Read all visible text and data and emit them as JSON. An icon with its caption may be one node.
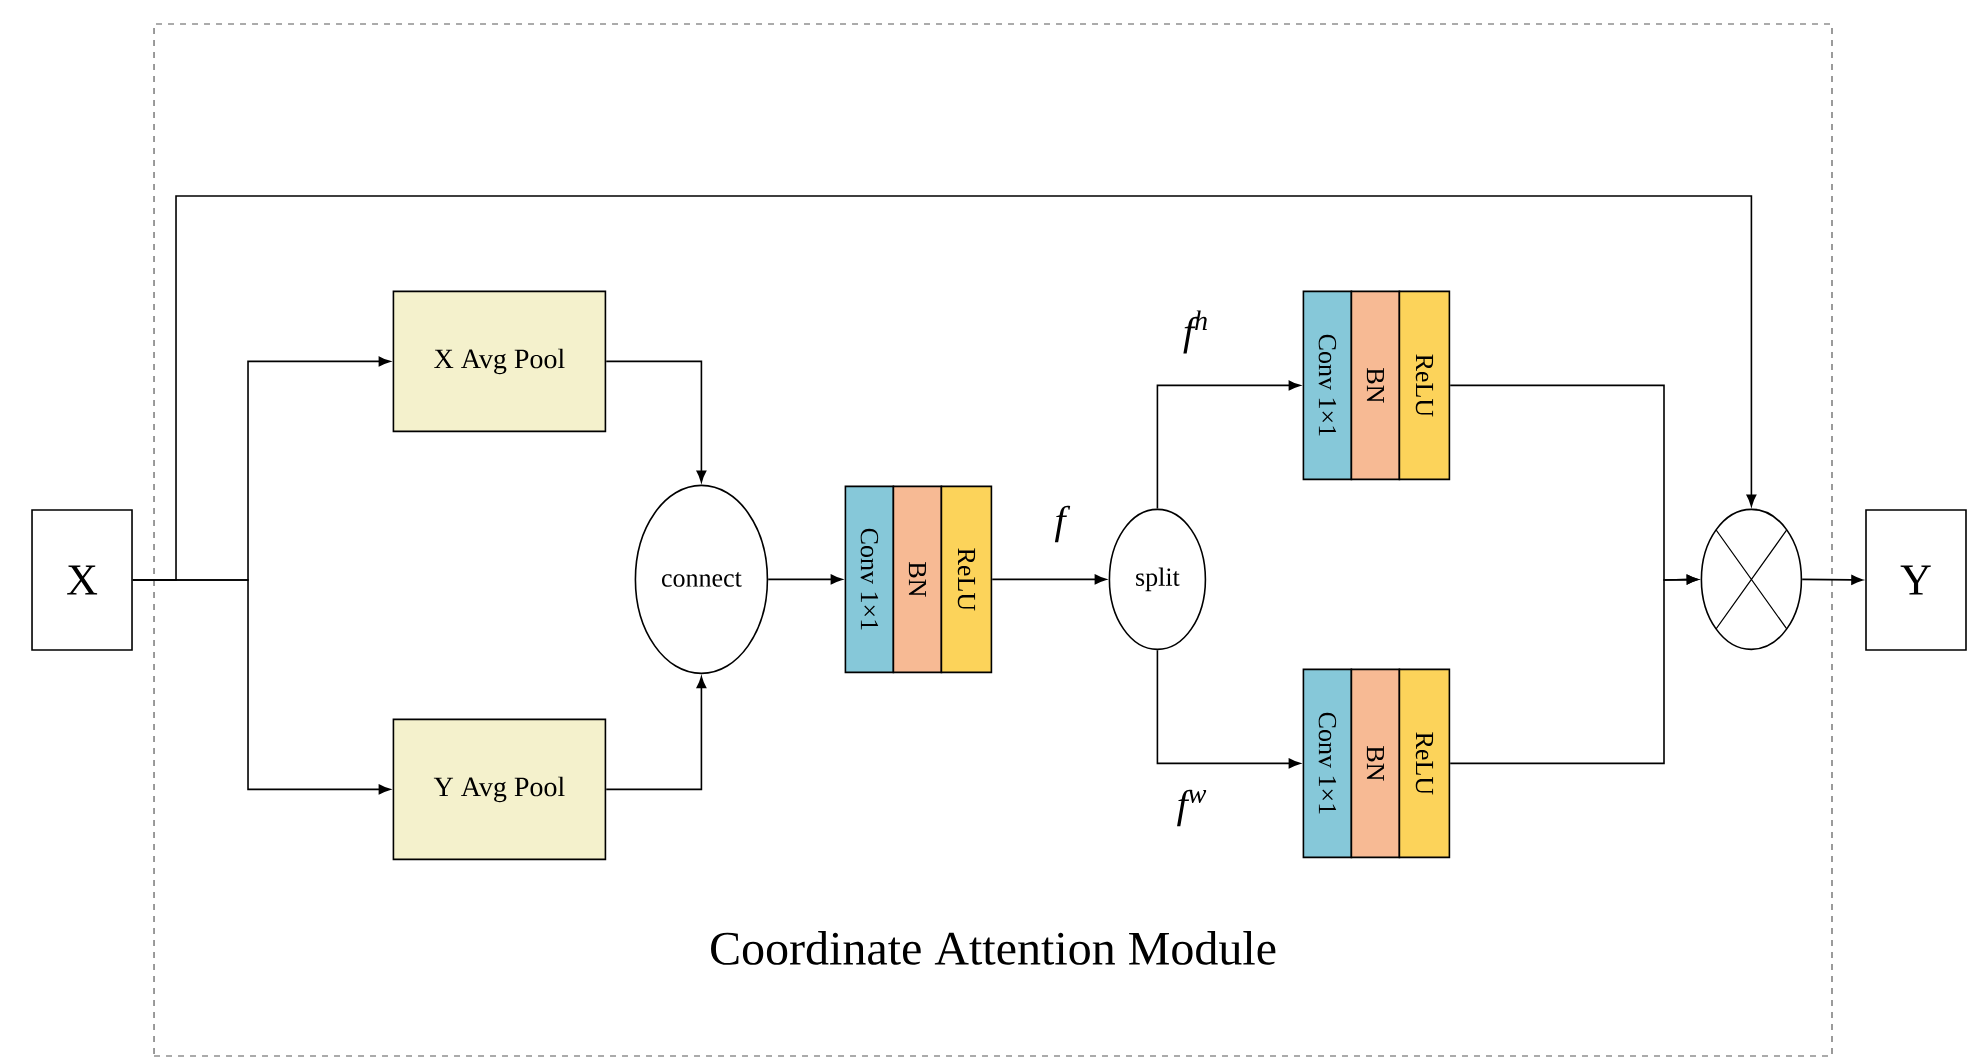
{
  "diagram": {
    "nodes": [
      {
        "text": [
          "Coordinate Attention Module"
        ]
      },
      {
        "text": [
          "X"
        ]
      },
      {
        "text": [
          "X Avg Pool"
        ],
        "in": 0
      },
      {
        "text": [
          "Y Avg Pool"
        ],
        "in": 0
      },
      {
        "text": [
          "connect"
        ],
        "in": 0
      },
      {
        "text": [
          "Conv 1×1"
        ],
        "in": 0
      },
      {
        "text": [
          "BN"
        ],
        "in": 0
      },
      {
        "text": [
          "ReLU"
        ],
        "in": 0
      },
      {
        "text": [
          "split"
        ],
        "in": 0
      },
      {
        "text": [
          "Conv 1×1"
        ],
        "in": 0
      },
      {
        "text": [
          "BN"
        ],
        "in": 0
      },
      {
        "text": [
          "ReLU"
        ],
        "in": 0
      },
      {
        "text": [
          "Conv 1×1"
        ],
        "in": 0
      },
      {
        "text": [
          "BN"
        ],
        "in": 0
      },
      {
        "text": [
          "ReLU"
        ],
        "in": 0
      },
      {
        "text": [],
        "shape": "circle",
        "in": 0
      },
      {
        "text": [
          "Y"
        ]
      }
    ],
    "edges": [
      {
        "from": 1,
        "to": 2,
        "arrow": "to"
      },
      {
        "from": 1,
        "to": 3,
        "arrow": "to"
      },
      {
        "from": 1,
        "to": 15,
        "arrow": "to"
      },
      {
        "from": 2,
        "to": 4,
        "arrow": "to"
      },
      {
        "from": 3,
        "to": 4,
        "arrow": "to"
      },
      {
        "from": 4,
        "to": 5,
        "arrow": "to"
      },
      {
        "from": 7,
        "to": 8,
        "arrow": "to",
        "label": "f"
      },
      {
        "from": 8,
        "to": 9,
        "arrow": "to",
        "label": "f$^{h}$"
      },
      {
        "from": 8,
        "to": 12,
        "arrow": "to",
        "label": "f$^{w}$"
      },
      {
        "from": 11,
        "to": 15,
        "arrow": "to"
      },
      {
        "from": 14,
        "to": 15,
        "arrow": "to"
      },
      {
        "from": 15,
        "to": 16,
        "arrow": "to"
      }
    ]
  }
}
